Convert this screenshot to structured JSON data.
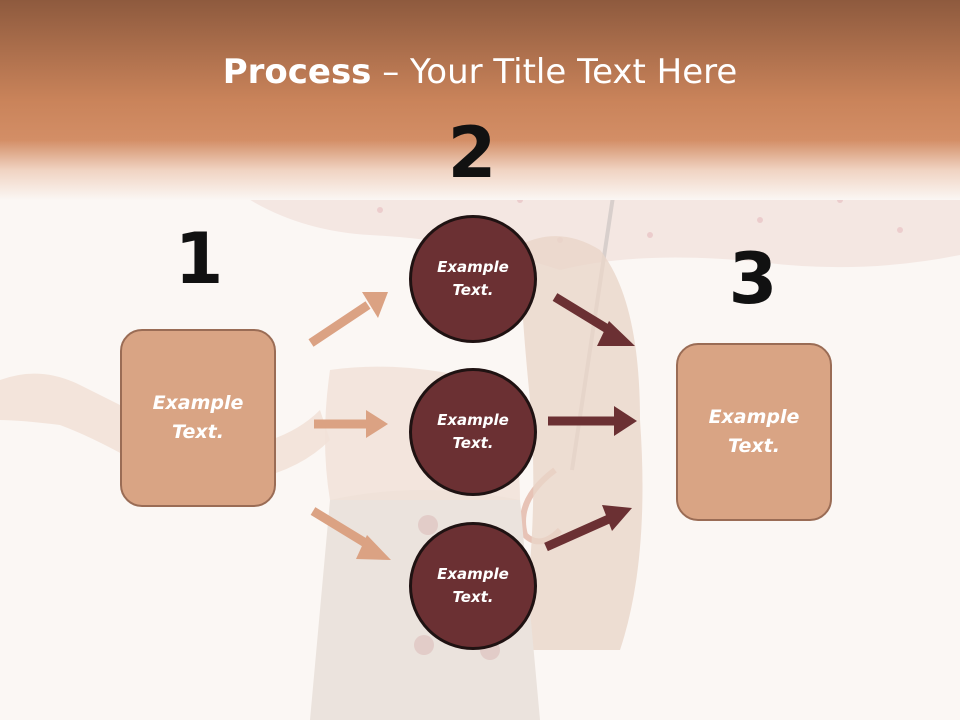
{
  "title": {
    "bold": "Process",
    "rest": " – Your Title Text Here"
  },
  "steps": {
    "one": {
      "number": "1",
      "text_line1": "Example",
      "text_line2": "Text."
    },
    "two": {
      "number": "2"
    },
    "three": {
      "number": "3",
      "text_line1": "Example",
      "text_line2": "Text."
    }
  },
  "circles": [
    {
      "line1": "Example",
      "line2": "Text."
    },
    {
      "line1": "Example",
      "line2": "Text."
    },
    {
      "line1": "Example",
      "line2": "Text."
    }
  ],
  "colors": {
    "header_top": "#8e5a3e",
    "header_band": "#cf8a61",
    "box_fill": "#d9a484",
    "circle_fill": "#6b3033",
    "arrow_light": "#dba283",
    "arrow_dark": "#6b3033"
  }
}
